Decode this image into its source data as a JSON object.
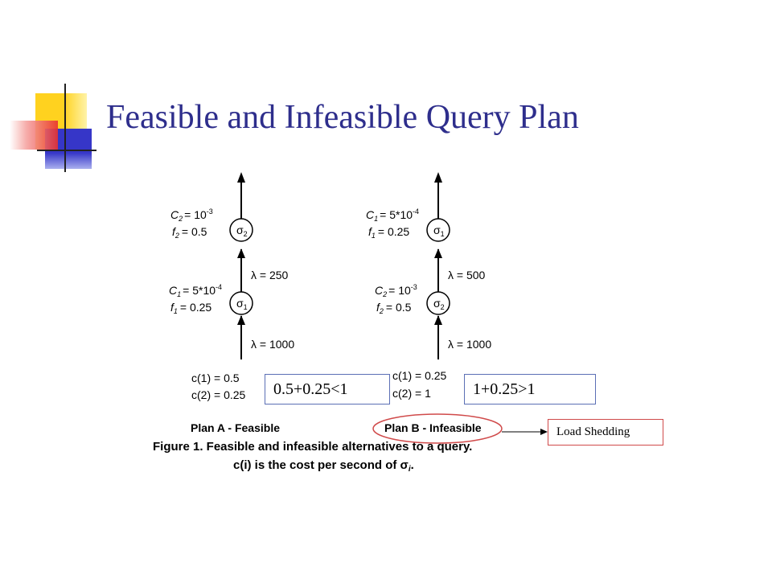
{
  "slide": {
    "title": "Feasible and Infeasible Query Plan"
  },
  "plan_a": {
    "top_cost": "C",
    "top_cost_sub": "2",
    "top_cost_val": "= 10",
    "top_cost_exp": "-3",
    "top_sel": "f",
    "top_sel_sub": "2",
    "top_sel_val": "= 0.5",
    "top_op": "σ",
    "top_op_sub": "2",
    "mid_rate": "λ = 250",
    "bot_cost": "C",
    "bot_cost_sub": "1",
    "bot_cost_val": "= 5*10",
    "bot_cost_exp": "-4",
    "bot_sel": "f",
    "bot_sel_sub": "1",
    "bot_sel_val": "= 0.25",
    "bot_op": "σ",
    "bot_op_sub": "1",
    "in_rate": "λ = 1000",
    "c1": "c(1) = 0.5",
    "c2": "c(2) = 0.25",
    "label": "Plan A - Feasible"
  },
  "plan_b": {
    "top_cost": "C",
    "top_cost_sub": "1",
    "top_cost_val": "= 5*10",
    "top_cost_exp": "-4",
    "top_sel": "f",
    "top_sel_sub": "1",
    "top_sel_val": "= 0.25",
    "top_op": "σ",
    "top_op_sub": "1",
    "mid_rate": "λ = 500",
    "bot_cost": "C",
    "bot_cost_sub": "2",
    "bot_cost_val": "= 10",
    "bot_cost_exp": "-3",
    "bot_sel": "f",
    "bot_sel_sub": "2",
    "bot_sel_val": "= 0.5",
    "bot_op": "σ",
    "bot_op_sub": "2",
    "in_rate": "λ = 1000",
    "c1": "c(1) = 0.25",
    "c2": "c(2) = 1",
    "label": "Plan B - Infeasible"
  },
  "figure": {
    "caption_line1": "Figure 1. Feasible and infeasible alternatives to a query.",
    "caption_line2": "c(i) is the cost per second of σ",
    "caption_line2_sub": "i",
    "caption_line2_end": "."
  },
  "callouts": {
    "formula_a": "0.5+0.25<1",
    "formula_b": "1+0.25>1",
    "load_shedding": "Load Shedding"
  },
  "colors": {
    "title": "#2e2e8c",
    "deco_yellow": "#ffd21f",
    "deco_blue": "#3636c8",
    "deco_red": "#e8312f",
    "callout_border": "#5b6fb5",
    "highlight_ellipse": "#d04a4a"
  }
}
